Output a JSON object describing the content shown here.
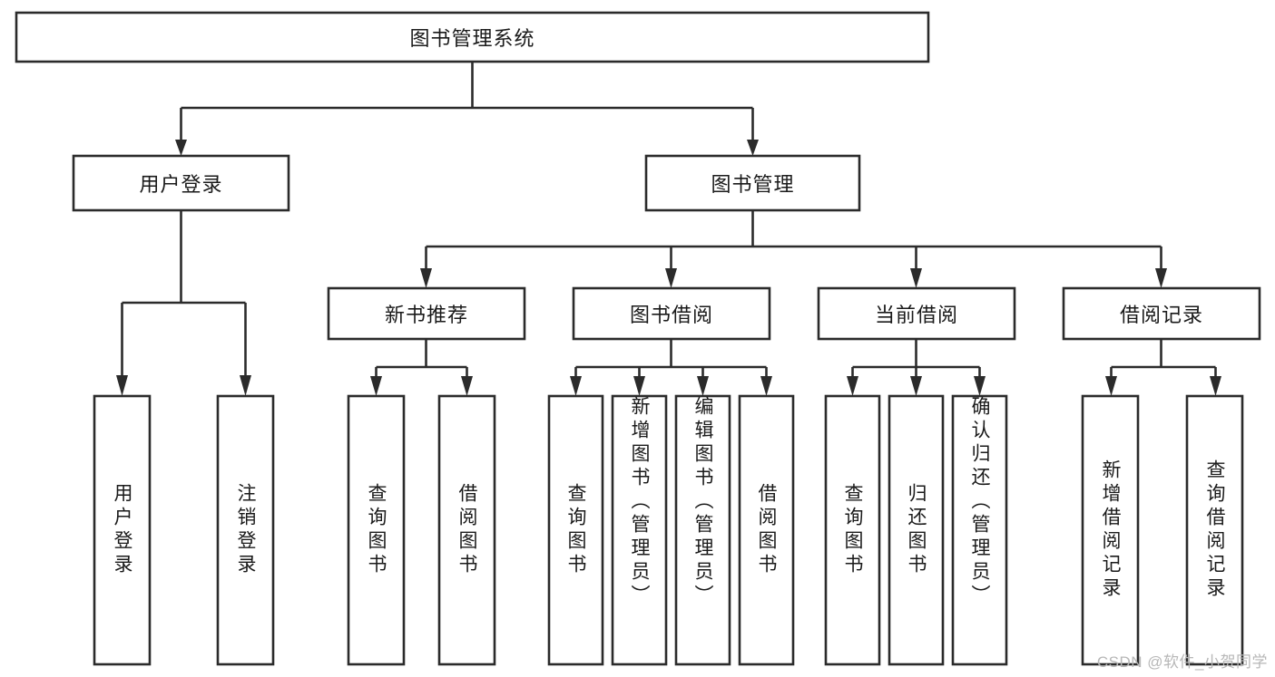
{
  "diagram": {
    "type": "tree-hierarchy",
    "title": "图书管理系统",
    "watermark": "CSDN @软件_小贺同学",
    "colors": {
      "stroke": "#2b2b2b",
      "fill": "#ffffff",
      "text": "#1a1a1a",
      "watermark": "#b7b7b7",
      "background": "#ffffff"
    },
    "levels": {
      "root": {
        "label": "图书管理系统",
        "orientation": "horizontal"
      },
      "level2": [
        {
          "label": "用户登录",
          "orientation": "horizontal"
        },
        {
          "label": "图书管理",
          "orientation": "horizontal"
        }
      ],
      "level3": [
        {
          "label": "新书推荐",
          "orientation": "horizontal",
          "parent": "图书管理"
        },
        {
          "label": "图书借阅",
          "orientation": "horizontal",
          "parent": "图书管理"
        },
        {
          "label": "当前借阅",
          "orientation": "horizontal",
          "parent": "图书管理"
        },
        {
          "label": "借阅记录",
          "orientation": "horizontal",
          "parent": "图书管理"
        }
      ],
      "leaves": [
        {
          "label": "用户登录",
          "orientation": "vertical",
          "parent": "用户登录"
        },
        {
          "label": "注销登录",
          "orientation": "vertical",
          "parent": "用户登录"
        },
        {
          "label": "查询图书",
          "orientation": "vertical",
          "parent": "新书推荐"
        },
        {
          "label": "借阅图书",
          "orientation": "vertical",
          "parent": "新书推荐"
        },
        {
          "label": "查询图书",
          "orientation": "vertical",
          "parent": "图书借阅"
        },
        {
          "label": "新增图书（管理员）",
          "orientation": "vertical",
          "parent": "图书借阅"
        },
        {
          "label": "编辑图书（管理员）",
          "orientation": "vertical",
          "parent": "图书借阅"
        },
        {
          "label": "借阅图书",
          "orientation": "vertical",
          "parent": "图书借阅"
        },
        {
          "label": "查询图书",
          "orientation": "vertical",
          "parent": "当前借阅"
        },
        {
          "label": "归还图书",
          "orientation": "vertical",
          "parent": "当前借阅"
        },
        {
          "label": "确认归还（管理员）",
          "orientation": "vertical",
          "parent": "当前借阅"
        },
        {
          "label": "新增借阅记录",
          "orientation": "vertical",
          "parent": "借阅记录"
        },
        {
          "label": "查询借阅记录",
          "orientation": "vertical",
          "parent": "借阅记录"
        }
      ]
    }
  }
}
